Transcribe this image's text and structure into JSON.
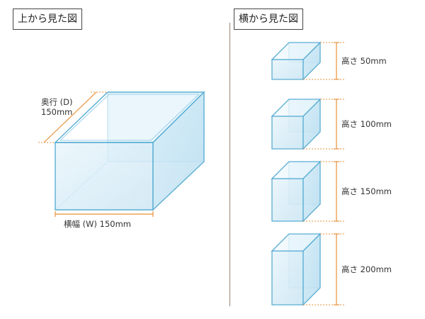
{
  "top_view": {
    "title": "上から見た図",
    "depth_label": "奥行 (D)",
    "depth_value": "150mm",
    "width_label": "横幅 (W) 150mm"
  },
  "side_view": {
    "title": "横から見た図",
    "heights": [
      {
        "label": "高さ 50mm",
        "mm": 50
      },
      {
        "label": "高さ 100mm",
        "mm": 100
      },
      {
        "label": "高さ 150mm",
        "mm": 150
      },
      {
        "label": "高さ 200mm",
        "mm": 200
      }
    ]
  },
  "colors": {
    "glass_stroke": "#5aaed3",
    "glass_fill": "#d8eef8",
    "dimension_line": "#e8913a",
    "divider": "#9a8474"
  }
}
